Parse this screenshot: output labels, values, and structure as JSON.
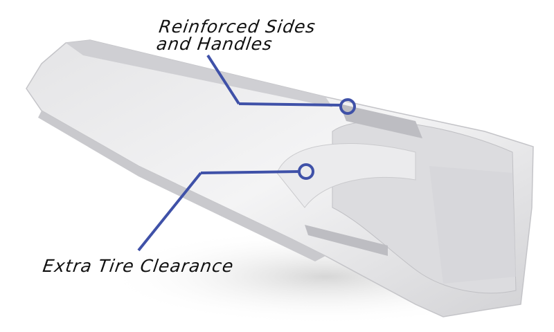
{
  "callouts": [
    {
      "label_line1": "Reinforced Sides",
      "label_line2": "and Handles"
    },
    {
      "label_line1": "Extra Tire Clearance"
    }
  ],
  "colors": {
    "callout_line": "#3f51a8",
    "background": "#ffffff"
  }
}
